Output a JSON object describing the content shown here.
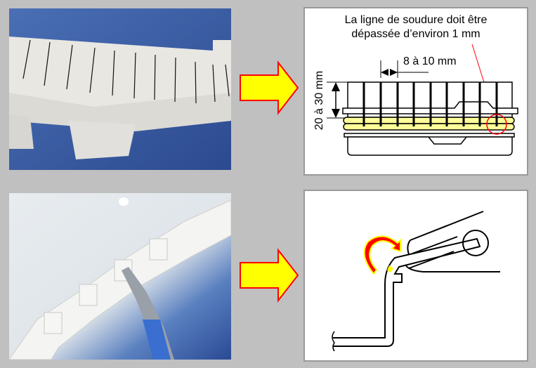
{
  "steps": [
    {
      "diagram": {
        "note_line1": "La ligne de soudure doit être",
        "note_line2": "dépassée d’environ 1 mm",
        "spacing_label": "8 à 10 mm",
        "depth_label": "20 à 30 mm"
      }
    },
    {
      "diagram": {}
    }
  ],
  "colors": {
    "arrow_fill": "#ffff00",
    "arrow_stroke": "#ff0000",
    "weld_band": "#ffff99",
    "highlight": "#ff0000"
  }
}
